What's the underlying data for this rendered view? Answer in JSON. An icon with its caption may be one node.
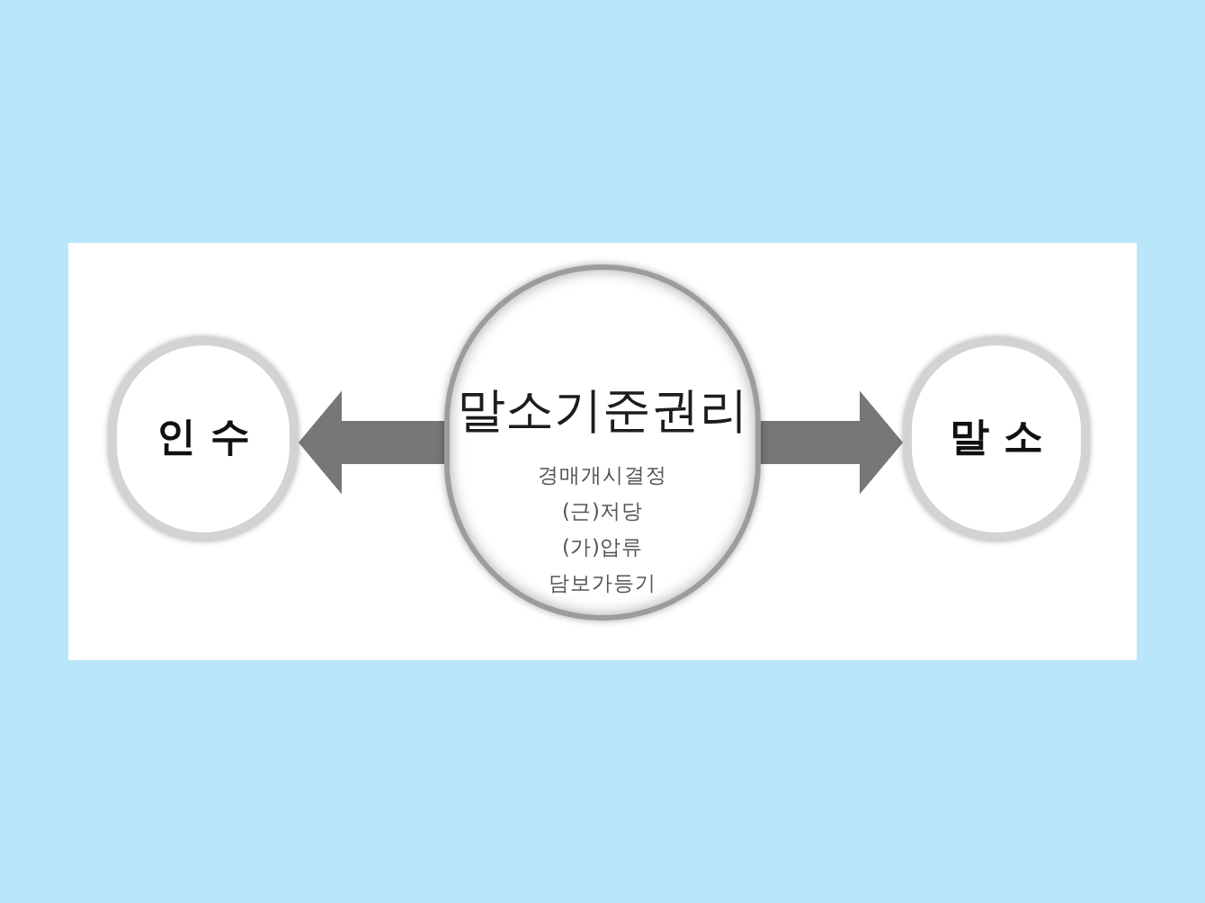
{
  "diagram": {
    "nodes": [
      {
        "text": [
          "인 수"
        ]
      },
      {
        "text": [
          "말소기준권리",
          "경매개시결정",
          "(근)저당",
          "(가)압류",
          "담보가등기"
        ]
      },
      {
        "text": [
          "말 소"
        ]
      }
    ],
    "edges": [
      {
        "from": 1,
        "to": 0,
        "arrow": "to"
      },
      {
        "from": 1,
        "to": 2,
        "arrow": "to"
      }
    ]
  }
}
